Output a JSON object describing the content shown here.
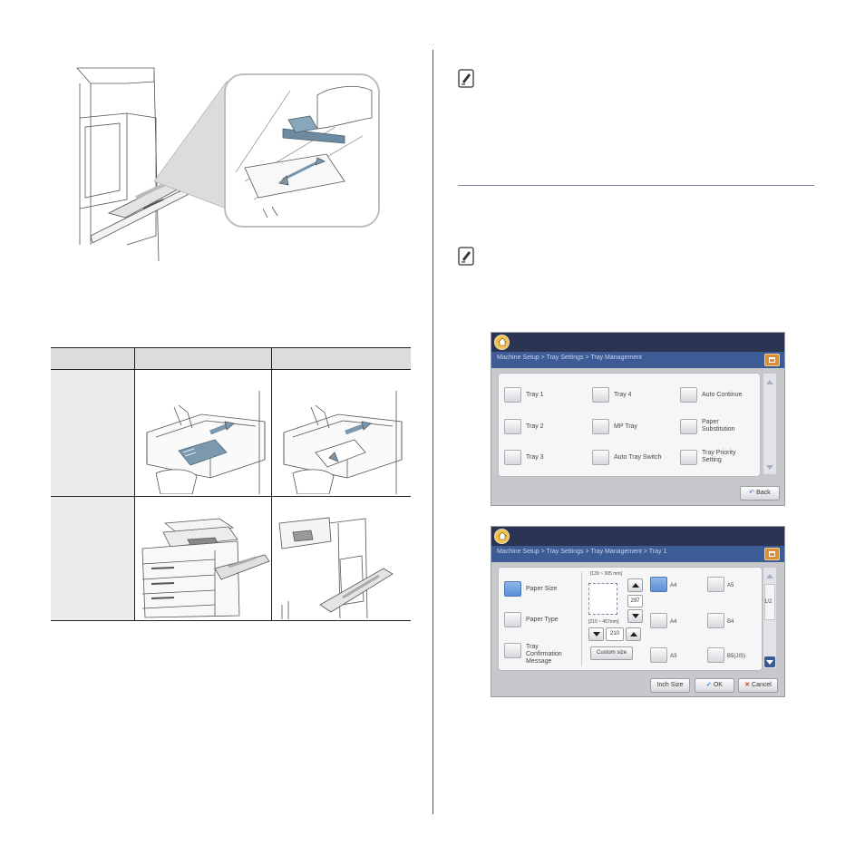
{
  "screen1": {
    "breadcrumb": "Machine Setup > Tray Settings > Tray Management",
    "buttons": [
      "Tray 1",
      "Tray 2",
      "Tray 3",
      "Tray 4",
      "MP Tray",
      "Auto Tray Switch",
      "Auto Continue",
      "Paper Substitution",
      "Tray Priority Setting"
    ],
    "back_label": "Back"
  },
  "screen2": {
    "breadcrumb": "Machine Setup > Tray Settings > Tray Management > Tray 1",
    "left_options": [
      "Paper Size",
      "Paper Type",
      "Tray Confirmation Message"
    ],
    "range_top": "[139 ~ 305 mm]",
    "range_bottom": "[210 ~ 457mm]",
    "value_height": "297",
    "value_width": "210",
    "custom_size_label": "Custom size",
    "sizes": [
      "A4",
      "A5",
      "A4",
      "B4",
      "A3",
      "B5(JIS)"
    ],
    "page_indicator": "1/2",
    "inch_size_label": "Inch Size",
    "ok_label": "OK",
    "cancel_label": "Cancel"
  },
  "icons": {
    "note": "note-icon",
    "home": "home-icon"
  },
  "colors": {
    "screen_top_bar": "#2b3452",
    "breadcrumb_bar": "#3d5c96",
    "selected_button": "#5a8ed6",
    "cancel_x": "#d23a2a",
    "ok_check": "#2f7ad6"
  }
}
